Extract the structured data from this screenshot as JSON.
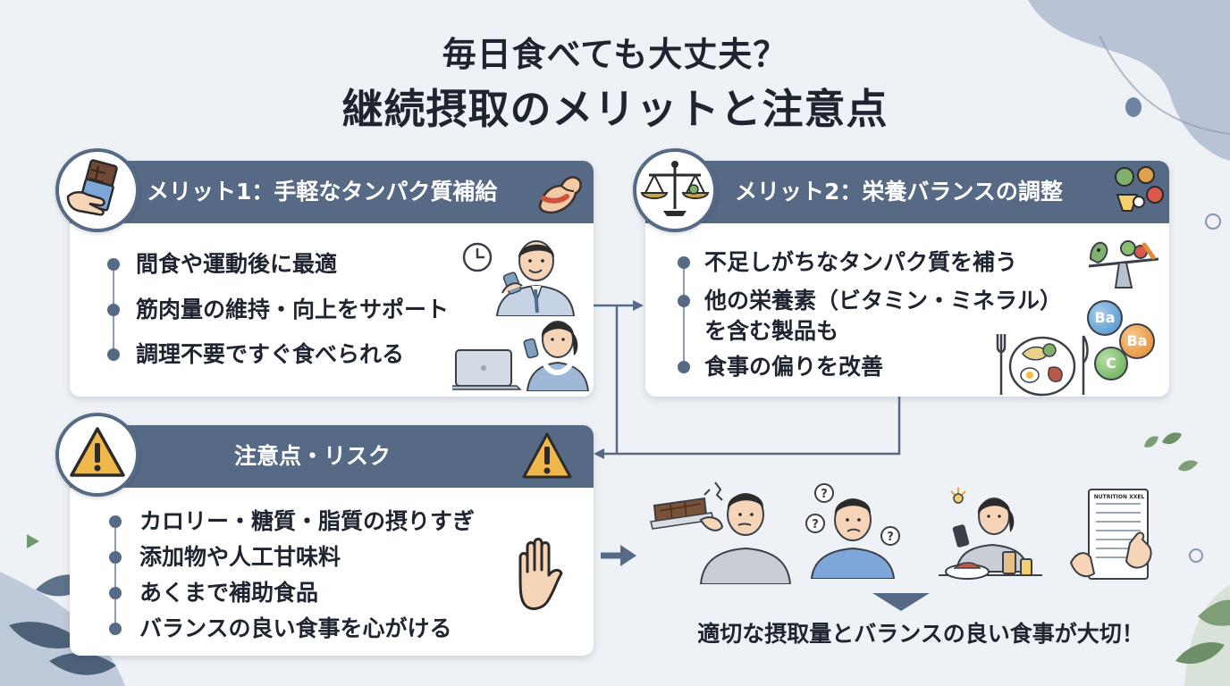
{
  "title": {
    "line1": "毎日食べても大丈夫？",
    "line2": "継続摂取のメリットと注意点"
  },
  "merit1": {
    "header": "メリット1：手軽なタンパク質補給",
    "items": [
      "間食や運動後に最適",
      "筋肉量の維持・向上をサポート",
      "調理不要ですぐ食べられる"
    ]
  },
  "merit2": {
    "header": "メリット2：栄養バランスの調整",
    "items": [
      "不足しがちなタンパク質を補う",
      "他の栄養素（ビタミン・ミネラル）",
      "を含む製品も",
      "食事の偏りを改善"
    ]
  },
  "caution": {
    "header": "注意点・リスク",
    "items": [
      "カロリー・糖質・脂質の摂りすぎ",
      "添加物や人工甘味料",
      "あくまで補助食品",
      "バランスの良い食事を心がける"
    ]
  },
  "vitamins": [
    "Ba",
    "Ba",
    "C"
  ],
  "nutrition_label": "NUTRITION XXEL",
  "conclusion": "適切な摂取量とバランスの良い食事が大切！",
  "colors": {
    "header": "#566a86",
    "background": "#eef1f5",
    "warning": "#f0b84a",
    "leaf": "#5a7a58"
  },
  "icons": [
    "protein-bar-hand-icon",
    "flexed-arm-icon",
    "scale-icon",
    "vegetables-icon",
    "warning-icon",
    "stop-hand-icon",
    "clock-icon",
    "laptop-icon"
  ]
}
